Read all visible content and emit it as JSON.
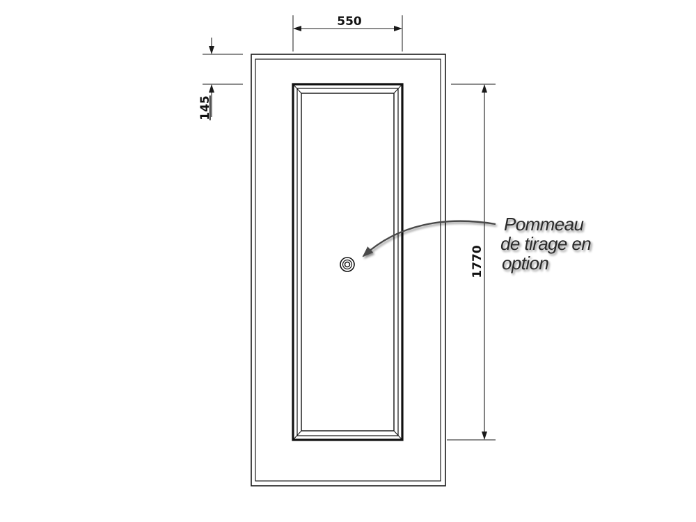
{
  "dimensions": {
    "width_label": "550",
    "top_rail_label": "145",
    "panel_height_label": "1770"
  },
  "callout": {
    "lines": [
      "Pommeau",
      "de tirage en",
      "option"
    ]
  },
  "colors": {
    "stroke": "#1a1a1a",
    "text": "#2b2b2b",
    "arrow": "#4a4a4a"
  }
}
